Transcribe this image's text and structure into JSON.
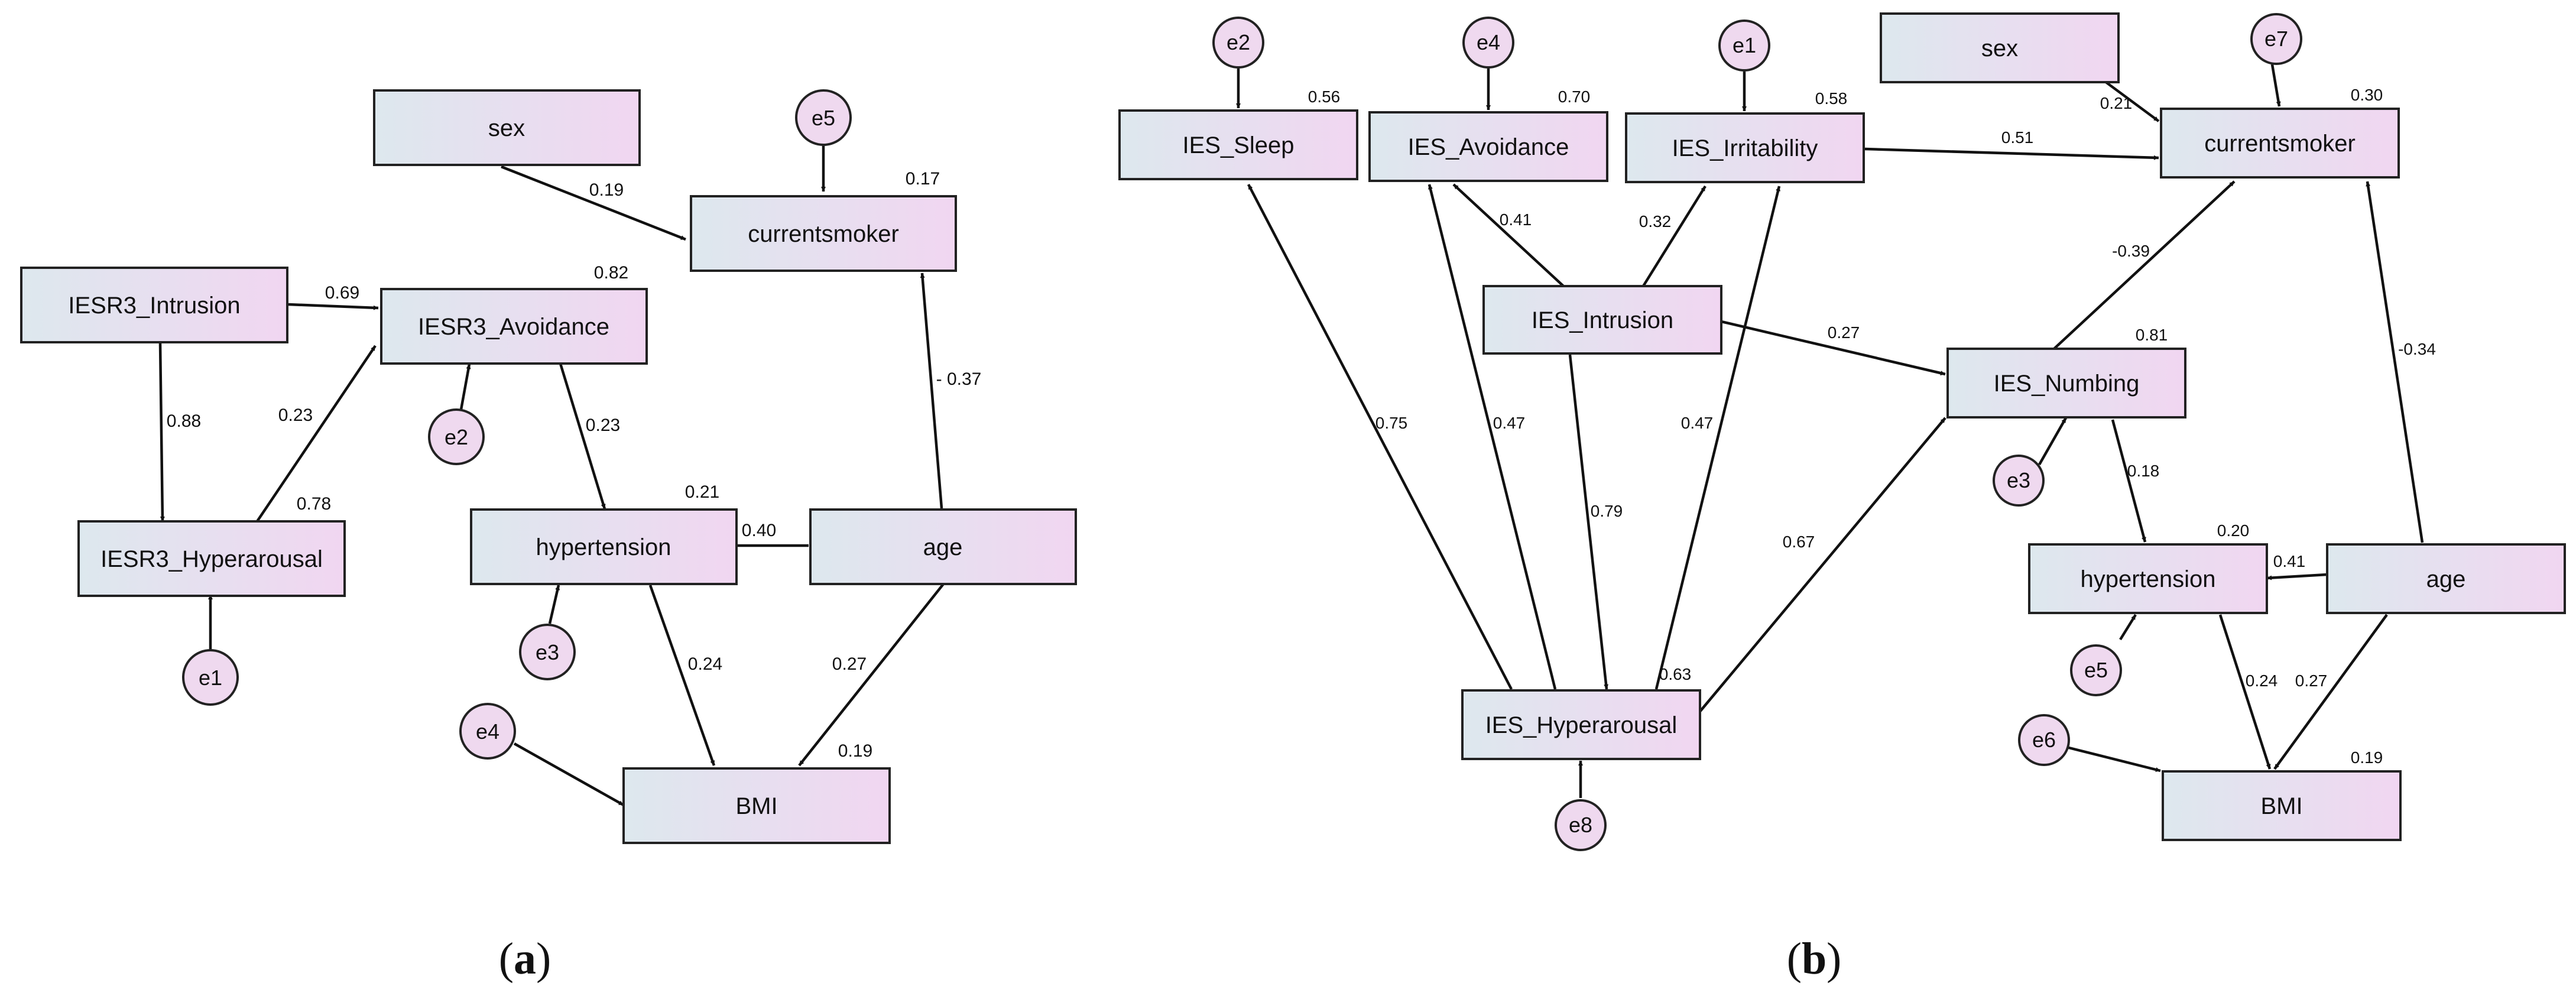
{
  "panels": {
    "a": {
      "caption_open": "(",
      "caption_letter": "a",
      "caption_close": ")",
      "nodes": {
        "sex": "sex",
        "currentsmoker": "currentsmoker",
        "intrusion": "IESR3_Intrusion",
        "avoidance": "IESR3_Avoidance",
        "hyperarousal": "IESR3_Hyperarousal",
        "hypertension": "hypertension",
        "age": "age",
        "bmi": "BMI"
      },
      "errors": {
        "e1": "e1",
        "e2": "e2",
        "e3": "e3",
        "e4": "e4",
        "e5": "e5"
      },
      "r2": {
        "currentsmoker": "0.17",
        "avoidance": "0.82",
        "hyperarousal": "0.78",
        "hypertension": "0.21",
        "bmi": "0.19"
      },
      "paths": {
        "sex_smoker": "0.19",
        "intrusion_avoidance": "0.69",
        "intrusion_hyperarousal": "0.88",
        "hyperarousal_avoidance": "0.23",
        "avoidance_hypertension": "0.23",
        "age_smoker": "- 0.37",
        "age_hypertension": "0.40",
        "hypertension_bmi": "0.24",
        "age_bmi": "0.27"
      }
    },
    "b": {
      "caption_open": "(",
      "caption_letter": "b",
      "caption_close": ")",
      "nodes": {
        "sleep": "IES_Sleep",
        "avoidance": "IES_Avoidance",
        "irritability": "IES_Irritability",
        "sex": "sex",
        "currentsmoker": "currentsmoker",
        "intrusion": "IES_Intrusion",
        "numbing": "IES_Numbing",
        "hypertension": "hypertension",
        "age": "age",
        "hyperarousal": "IES_Hyperarousal",
        "bmi": "BMI"
      },
      "errors": {
        "e1": "e1",
        "e2": "e2",
        "e3": "e3",
        "e4": "e4",
        "e5": "e5",
        "e6": "e6",
        "e7": "e7",
        "e8": "e8"
      },
      "r2": {
        "sleep": "0.56",
        "avoidance": "0.70",
        "irritability": "0.58",
        "currentsmoker": "0.30",
        "numbing": "0.81",
        "hypertension": "0.20",
        "hyperarousal": "0.63",
        "bmi": "0.19"
      },
      "paths": {
        "intrusion_avoidance": "0.41",
        "intrusion_irritability": "0.32",
        "irritability_smoker": "0.51",
        "sex_smoker": "0.21",
        "intrusion_numbing": "0.27",
        "numbing_smoker": "-0.39",
        "age_smoker": "-0.34",
        "hyperarousal_sleep": "0.75",
        "hyperarousal_avoidance": "0.47",
        "hyperarousal_irritability": "0.47",
        "intrusion_hyperarousal": "0.79",
        "hyperarousal_numbing": "0.67",
        "numbing_hypertension": "0.18",
        "age_hypertension": "0.41",
        "hypertension_bmi": "0.24",
        "age_bmi": "0.27"
      }
    }
  }
}
